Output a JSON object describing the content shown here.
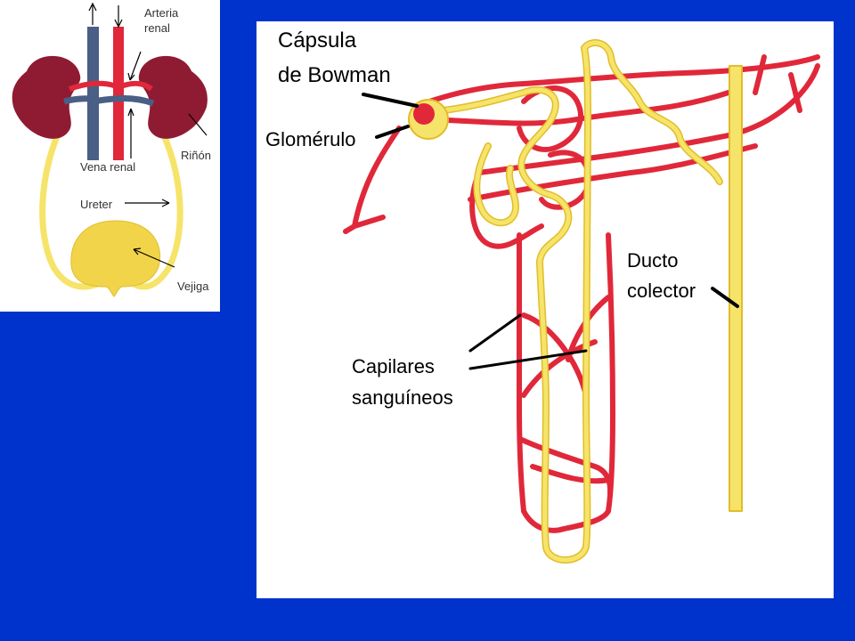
{
  "colors": {
    "background": "#0033cc",
    "panel": "#ffffff",
    "artery": "#e0283a",
    "vein": "#4a5f86",
    "kidney": "#8f1b32",
    "tubule": "#f6e46a",
    "bladder": "#f2d44a"
  },
  "overview": {
    "arteria_line1": "Arteria",
    "arteria_line2": "renal",
    "rinon": "Riñón",
    "vena_renal": "Vena renal",
    "ureter": "Ureter",
    "vejiga": "Vejiga"
  },
  "nephron": {
    "capsula_line1": "Cápsula",
    "capsula_line2": "de Bowman",
    "glomerulo": "Glomérulo",
    "ducto_line1": "Ducto",
    "ducto_line2": "colector",
    "capilares_line1": "Capilares",
    "capilares_line2": "sanguíneos"
  }
}
